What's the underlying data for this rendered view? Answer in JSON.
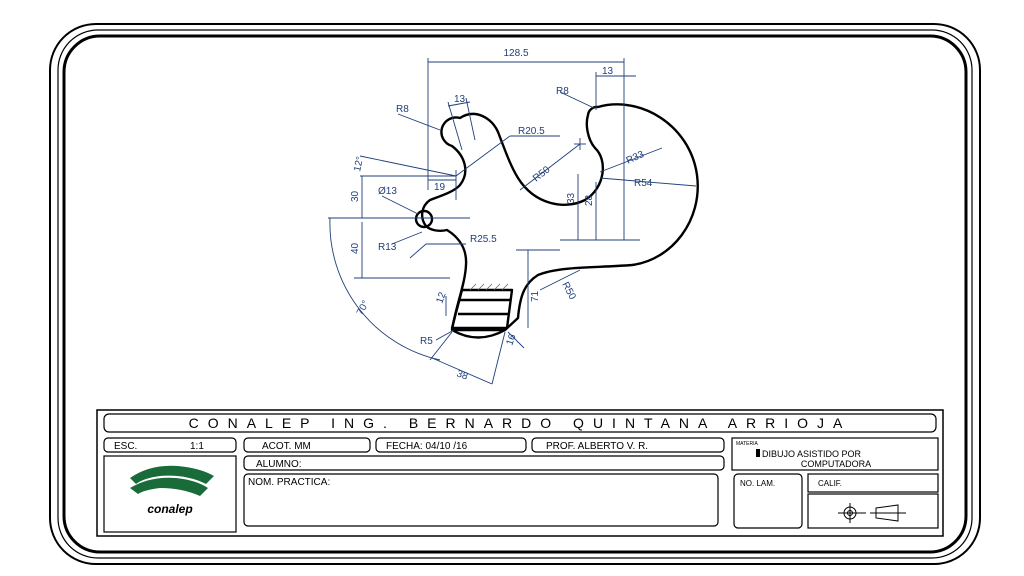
{
  "title_block": {
    "school": "CONALEP ING. BERNARDO QUINTANA ARRIOJA",
    "scale_label": "ESC.",
    "scale_value": "1:1",
    "units": "ACOT.  MM",
    "date": "FECHA: 04/10 /16",
    "teacher": "PROF. ALBERTO V. R.",
    "subject_label": "MATERIA",
    "subject_line1": "DIBUJO ASISTIDO POR",
    "subject_line2": "COMPUTADORA",
    "student_label": "ALUMNO:",
    "practice_label": "NOM. PRACTICA:",
    "sheet_number_label": "NO. LAM.",
    "grade_label": "CALIF.",
    "logo_text": "conalep"
  },
  "dimensions": {
    "d_128_5": "128.5",
    "d_13_top": "13",
    "d_13_left": "13",
    "d_r8_right": "R8",
    "d_r8_left": "R8",
    "d_r20_5": "R20.5",
    "d_r33": "R33",
    "d_r54": "R54",
    "d_r50_mid": "R50",
    "d_12deg": "12°",
    "d_30": "30",
    "d_19": "19",
    "d_33": "33",
    "d_28": "28",
    "d_dia13": "Ø13",
    "d_r13": "R13",
    "d_40": "40",
    "d_r25_5": "R25.5",
    "d_71": "71",
    "d_r50_low": "R50",
    "d_70deg": "70°",
    "d_12_low": "12",
    "d_r5": "R5",
    "d_16": "16",
    "d_38": "38"
  },
  "colors": {
    "outline": "#000000",
    "dimension": "#1f3f7a",
    "logo_green": "#1a6b3a"
  },
  "icons": {
    "projection_symbol": "first-angle-projection-icon"
  }
}
